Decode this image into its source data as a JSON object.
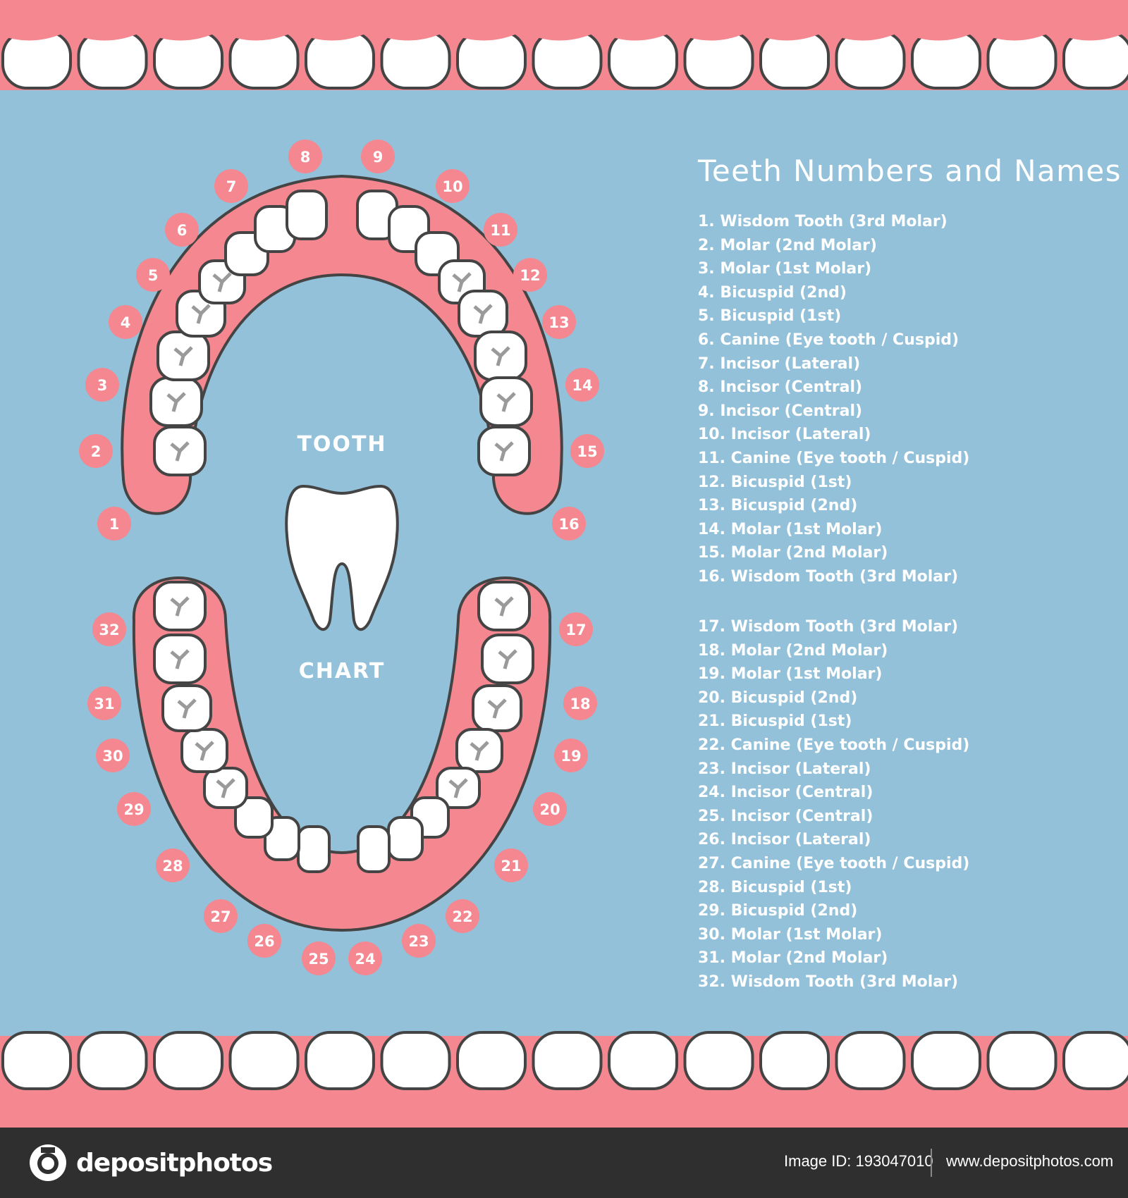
{
  "colors": {
    "background": "#93c1da",
    "gum": "#f4878f",
    "tongue_area": "#93c1da",
    "tooth": "#ffffff",
    "outline": "#444444",
    "number_badge": "#f4878f",
    "footer": "#2f2f2f"
  },
  "chart": {
    "title_top": "TOOTH",
    "title_bottom": "CHART",
    "numbers": [
      "1",
      "2",
      "3",
      "4",
      "5",
      "6",
      "7",
      "8",
      "9",
      "10",
      "11",
      "12",
      "13",
      "14",
      "15",
      "16",
      "17",
      "18",
      "19",
      "20",
      "21",
      "22",
      "23",
      "24",
      "25",
      "26",
      "27",
      "28",
      "29",
      "30",
      "31",
      "32"
    ]
  },
  "list": {
    "title": "Teeth Numbers and Names",
    "upper": [
      "1. Wisdom Tooth (3rd Molar)",
      "2. Molar (2nd Molar)",
      "3. Molar (1st Molar)",
      "4. Bicuspid (2nd)",
      "5. Bicuspid (1st)",
      "6. Canine (Eye tooth / Cuspid)",
      "7. Incisor (Lateral)",
      "8. Incisor (Central)",
      "9. Incisor (Central)",
      "10. Incisor (Lateral)",
      "11. Canine (Eye tooth / Cuspid)",
      "12. Bicuspid (1st)",
      "13. Bicuspid (2nd)",
      "14. Molar (1st Molar)",
      "15. Molar (2nd Molar)",
      "16. Wisdom Tooth (3rd Molar)"
    ],
    "lower": [
      "17. Wisdom Tooth (3rd Molar)",
      "18. Molar (2nd Molar)",
      "19. Molar (1st Molar)",
      "20. Bicuspid (2nd)",
      "21. Bicuspid (1st)",
      "22. Canine (Eye tooth / Cuspid)",
      "23. Incisor (Lateral)",
      "24. Incisor (Central)",
      "25. Incisor (Central)",
      "26. Incisor (Lateral)",
      "27. Canine (Eye tooth / Cuspid)",
      "28. Bicuspid (1st)",
      "29. Bicuspid (2nd)",
      "30. Molar (1st Molar)",
      "31. Molar (2nd Molar)",
      "32. Wisdom Tooth (3rd Molar)"
    ]
  },
  "footer": {
    "logo_text": "depositphotos",
    "image_id": "Image ID: 193047010",
    "url": "www.depositphotos.com"
  }
}
